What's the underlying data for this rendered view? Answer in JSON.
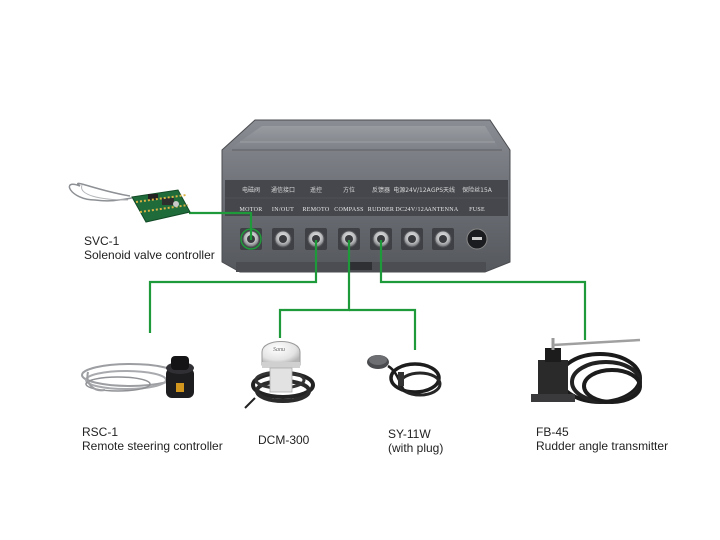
{
  "colors": {
    "wire": "#1f9a3a",
    "box_body": "#6b6e74",
    "box_dark": "#3c3e43",
    "panel_text": "#e6e6e6"
  },
  "control_box": {
    "ports": [
      {
        "cn": "电磁阀",
        "en": "MOTOR"
      },
      {
        "cn": "通信接口",
        "en": "IN/OUT"
      },
      {
        "cn": "遥控",
        "en": "REMOTO"
      },
      {
        "cn": "方位",
        "en": "COMPASS"
      },
      {
        "cn": "反馈器",
        "en": "RUDDER"
      },
      {
        "cn": "电源24V/12A",
        "en": "DC24V/12A"
      },
      {
        "cn": "GPS天线",
        "en": "ANTENNA"
      },
      {
        "cn": "保险丝15A",
        "en": "FUSE"
      }
    ]
  },
  "devices": {
    "svc": {
      "model": "SVC-1",
      "name": "Solenoid valve controller"
    },
    "rsc": {
      "model": "RSC-1",
      "name": "Remote steering controller"
    },
    "dcm": {
      "model": "DCM-300",
      "brand": "Sanu"
    },
    "sy": {
      "model": "SY-11W",
      "note": "(with plug)"
    },
    "fb": {
      "model": "FB-45",
      "name": "Rudder angle transmitter"
    }
  }
}
